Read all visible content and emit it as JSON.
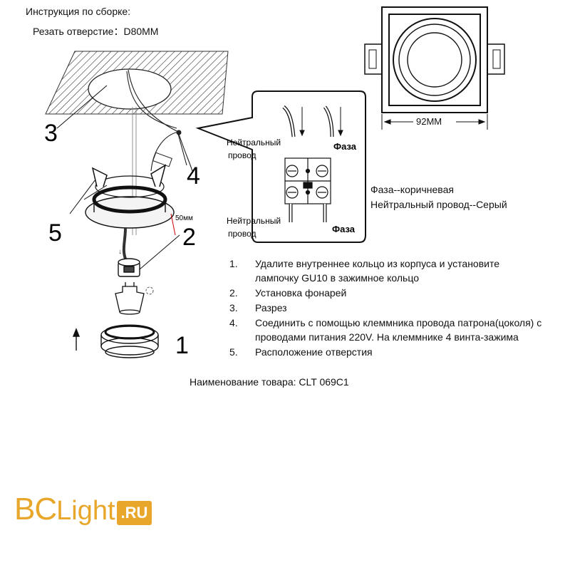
{
  "header": {
    "title": "Инструкция по сборке:",
    "hole_size": "Резать отверстие：D80MM"
  },
  "labels": {
    "n1": "1",
    "n2": "2",
    "n3": "3",
    "n4": "4",
    "n5": "5",
    "depth": "50мм",
    "width": "92MM"
  },
  "callout": {
    "neutral_top": "Нейтральный",
    "neutral_top2": "провод",
    "phase_top": "Фаза",
    "neutral_bottom": "Нейтральный",
    "neutral_bottom2": "провод",
    "phase_bottom": "Фаза"
  },
  "legend": {
    "phase": "Фаза--коричневая",
    "neutral": "Нейтральный провод--Серый"
  },
  "steps": [
    {
      "num": "1.",
      "text": "Удалите внутреннее кольцо из корпуса и установите лампочку GU10 в зажимное кольцо"
    },
    {
      "num": "2.",
      "text": "Установка фонарей"
    },
    {
      "num": "3.",
      "text": "Разрез"
    },
    {
      "num": "4.",
      "text": "Соединить с помощью клеммника провода патрона(цоколя) с проводами питания 220V. На клеммнике 4 винта-зажима"
    },
    {
      "num": "5.",
      "text": "Расположение отверстия"
    }
  ],
  "product": "Наименование товара: CLT 069C1",
  "logo": {
    "bc": "BC",
    "light": "Light",
    "ru": ".RU",
    "color": "#e8a72a"
  }
}
